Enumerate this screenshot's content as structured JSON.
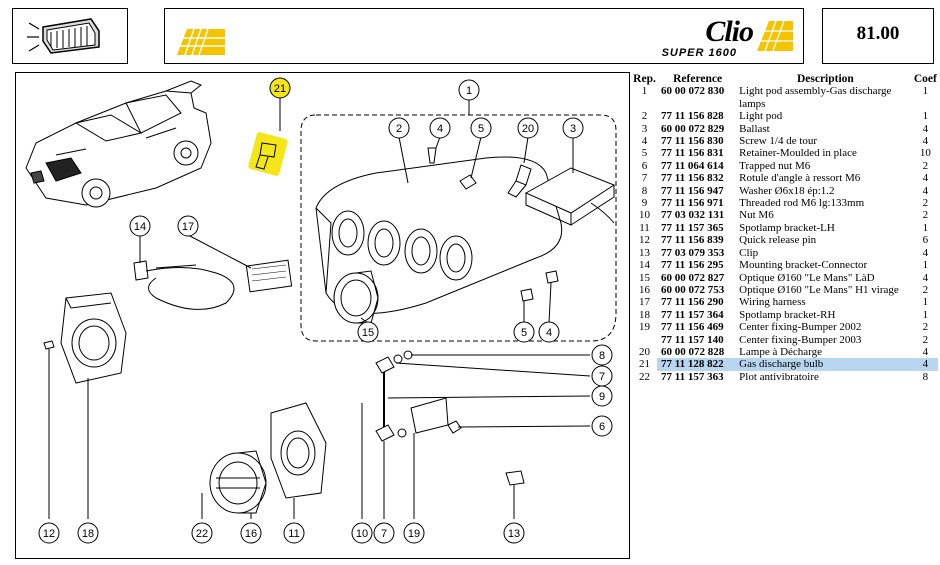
{
  "header": {
    "page_number": "81.00",
    "logo_title": "Clio",
    "logo_subtitle": "SUPER 1600"
  },
  "table": {
    "headers": {
      "rep": "Rep.",
      "reference": "Reference",
      "description": "Description",
      "coef": "Coef"
    },
    "rows": [
      {
        "rep": "1",
        "ref": "60 00 072 830",
        "desc": "Light pod assembly-Gas discharge lamps",
        "coef": "1",
        "highlight": false
      },
      {
        "rep": "2",
        "ref": "77 11 156 828",
        "desc": "Light pod",
        "coef": "1",
        "highlight": false
      },
      {
        "rep": "3",
        "ref": "60 00 072 829",
        "desc": "Ballast",
        "coef": "4",
        "highlight": false
      },
      {
        "rep": "4",
        "ref": "77 11 156 830",
        "desc": "Screw 1/4 de tour",
        "coef": "4",
        "highlight": false
      },
      {
        "rep": "5",
        "ref": "77 11 156 831",
        "desc": "Retainer-Moulded in place",
        "coef": "10",
        "highlight": false
      },
      {
        "rep": "6",
        "ref": "77 11 064 614",
        "desc": "Trapped nut M6",
        "coef": "2",
        "highlight": false
      },
      {
        "rep": "7",
        "ref": "77 11 156 832",
        "desc": "Rotule d'angle à ressort M6",
        "coef": "4",
        "highlight": false
      },
      {
        "rep": "8",
        "ref": "77 11 156 947",
        "desc": "Washer Ø6x18 ép:1.2",
        "coef": "4",
        "highlight": false
      },
      {
        "rep": "9",
        "ref": "77 11 156 971",
        "desc": "Threaded rod M6 lg:133mm",
        "coef": "2",
        "highlight": false
      },
      {
        "rep": "10",
        "ref": "77 03 032 131",
        "desc": "Nut M6",
        "coef": "2",
        "highlight": false
      },
      {
        "rep": "11",
        "ref": "77 11 157 365",
        "desc": "Spotlamp bracket-LH",
        "coef": "1",
        "highlight": false
      },
      {
        "rep": "12",
        "ref": "77 11 156 839",
        "desc": "Quick release pin",
        "coef": "6",
        "highlight": false
      },
      {
        "rep": "13",
        "ref": "77 03 079 353",
        "desc": "Clip",
        "coef": "4",
        "highlight": false
      },
      {
        "rep": "14",
        "ref": "77 11 156 295",
        "desc": "Mounting bracket-Connector",
        "coef": "1",
        "highlight": false
      },
      {
        "rep": "15",
        "ref": "60 00 072 827",
        "desc": "Optique Ø160 \"Le Mans\" LàD",
        "coef": "4",
        "highlight": false
      },
      {
        "rep": "16",
        "ref": "60 00 072 753",
        "desc": "Optique Ø160 \"Le Mans\" H1 virage",
        "coef": "2",
        "highlight": false
      },
      {
        "rep": "17",
        "ref": "77 11 156 290",
        "desc": "Wiring harness",
        "coef": "1",
        "highlight": false
      },
      {
        "rep": "18",
        "ref": "77 11 157 364",
        "desc": "Spotlamp bracket-RH",
        "coef": "1",
        "highlight": false
      },
      {
        "rep": "19",
        "ref": "77 11 156 469",
        "desc": "Center fixing-Bumper 2002",
        "coef": "2",
        "highlight": false
      },
      {
        "rep": "",
        "ref": "77 11 157 140",
        "desc": "Center fixing-Bumper 2003",
        "coef": "2",
        "highlight": false
      },
      {
        "rep": "20",
        "ref": "60 00 072 828",
        "desc": "Lampe à Décharge",
        "coef": "4",
        "highlight": false
      },
      {
        "rep": "21",
        "ref": "77 11 128 822",
        "desc": "Gas discharge bulb",
        "coef": "4",
        "highlight": true
      },
      {
        "rep": "22",
        "ref": "77 11 157 363",
        "desc": "Plot antivibratoire",
        "coef": "8",
        "highlight": false
      }
    ]
  },
  "diagram": {
    "callouts": [
      "1",
      "2",
      "3",
      "4",
      "5",
      "20",
      "21",
      "14",
      "17",
      "15",
      "5",
      "4",
      "8",
      "7",
      "9",
      "6",
      "12",
      "18",
      "22",
      "16",
      "11",
      "10",
      "7",
      "19",
      "13"
    ],
    "highlighted_callout": "21",
    "highlight_color": "#f5e61a"
  }
}
